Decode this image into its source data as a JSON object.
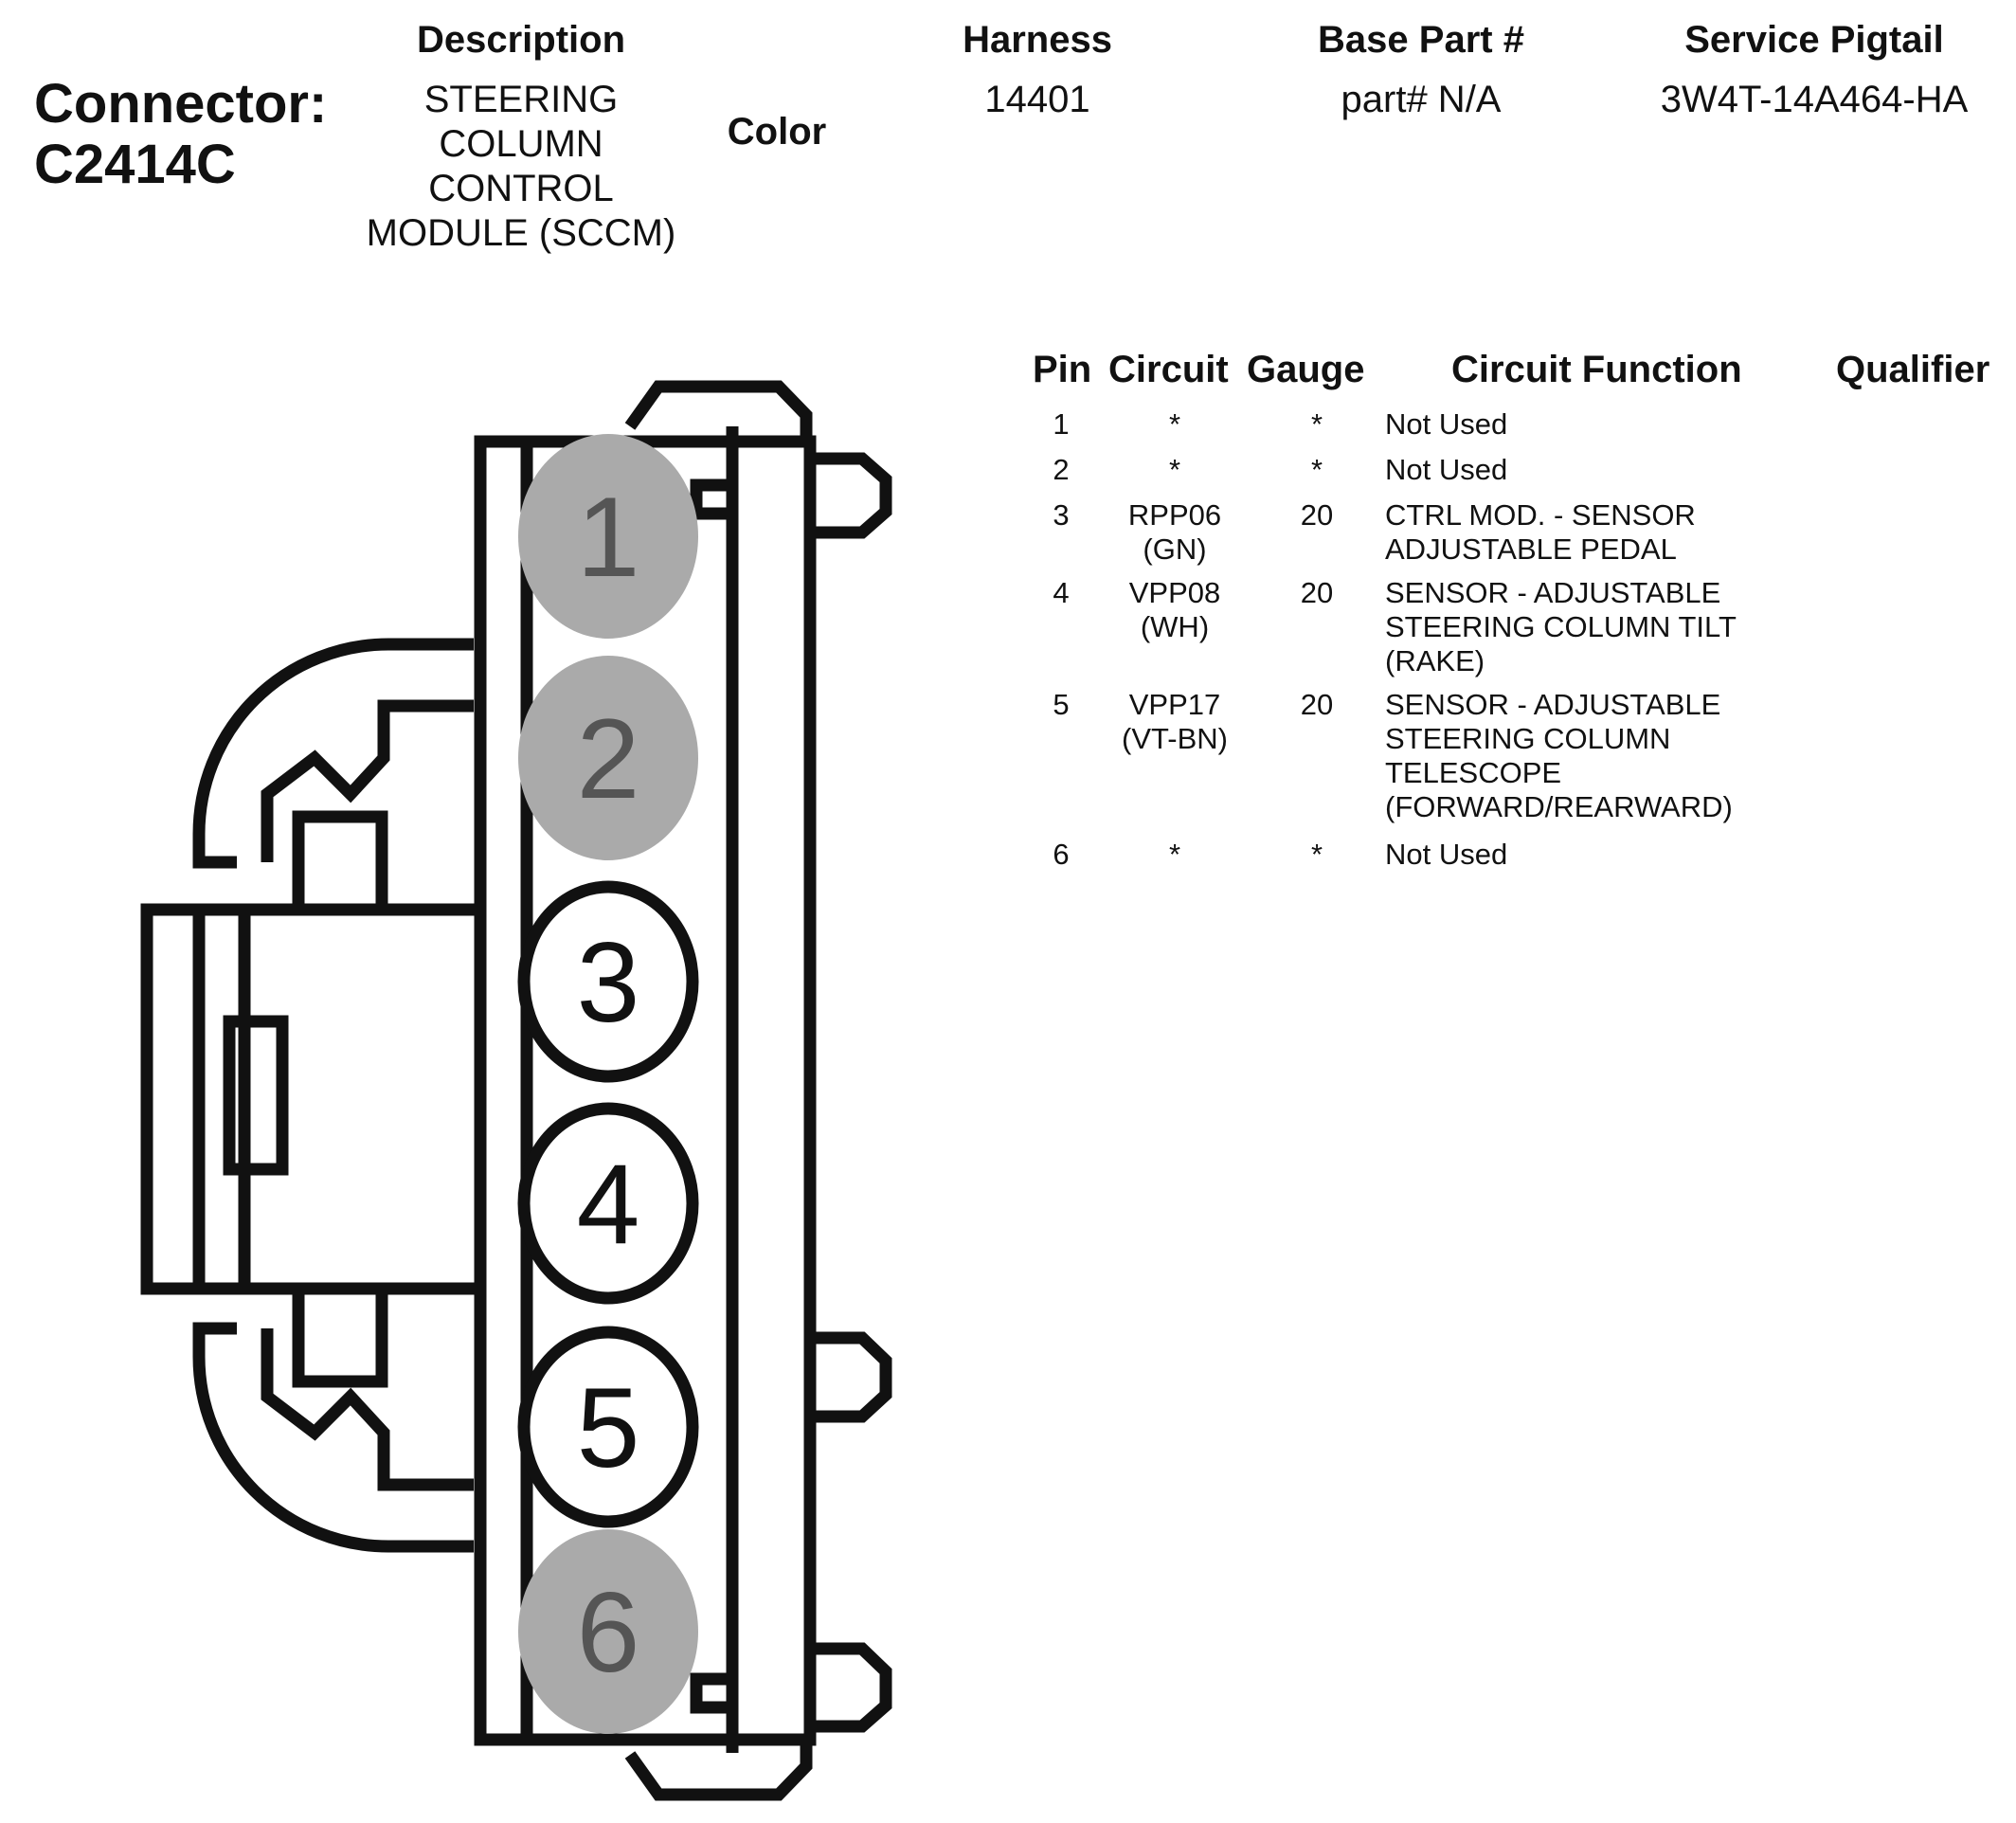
{
  "connector": {
    "label_line1": "Connector:",
    "label_line2": "C2414C"
  },
  "header": {
    "description_label": "Description",
    "description_lines": [
      "STEERING",
      "COLUMN",
      "CONTROL",
      "MODULE (SCCM)"
    ],
    "color_label": "Color",
    "harness_label": "Harness",
    "harness_value": "14401",
    "base_part_label": "Base Part #",
    "base_part_value": "part# N/A",
    "service_pigtail_label": "Service Pigtail",
    "service_pigtail_value": "3W4T-14A464-HA"
  },
  "table": {
    "headers": {
      "pin": "Pin",
      "circuit": "Circuit",
      "gauge": "Gauge",
      "function": "Circuit Function",
      "qualifier": "Qualifier"
    },
    "rows": [
      {
        "pin": "1",
        "circuit": "*",
        "gauge": "*",
        "function": "Not Used"
      },
      {
        "pin": "2",
        "circuit": "*",
        "gauge": "*",
        "function": "Not Used"
      },
      {
        "pin": "3",
        "circuit": "RPP06\n(GN)",
        "gauge": "20",
        "function": "CTRL MOD. - SENSOR\nADJUSTABLE PEDAL"
      },
      {
        "pin": "4",
        "circuit": "VPP08\n(WH)",
        "gauge": "20",
        "function": "SENSOR - ADJUSTABLE\nSTEERING COLUMN TILT\n(RAKE)"
      },
      {
        "pin": "5",
        "circuit": "VPP17\n(VT-BN)",
        "gauge": "20",
        "function": "SENSOR - ADJUSTABLE\nSTEERING COLUMN\nTELESCOPE\n(FORWARD/REARWARD)"
      },
      {
        "pin": "6",
        "circuit": "*",
        "gauge": "*",
        "function": "Not Used"
      }
    ]
  },
  "diagram": {
    "pins": [
      {
        "number": "1",
        "used": false
      },
      {
        "number": "2",
        "used": false
      },
      {
        "number": "3",
        "used": true
      },
      {
        "number": "4",
        "used": true
      },
      {
        "number": "5",
        "used": true
      },
      {
        "number": "6",
        "used": false
      }
    ],
    "colors": {
      "unused_fill": "#aaaaaa",
      "unused_text": "#555555",
      "line": "#111111"
    }
  }
}
